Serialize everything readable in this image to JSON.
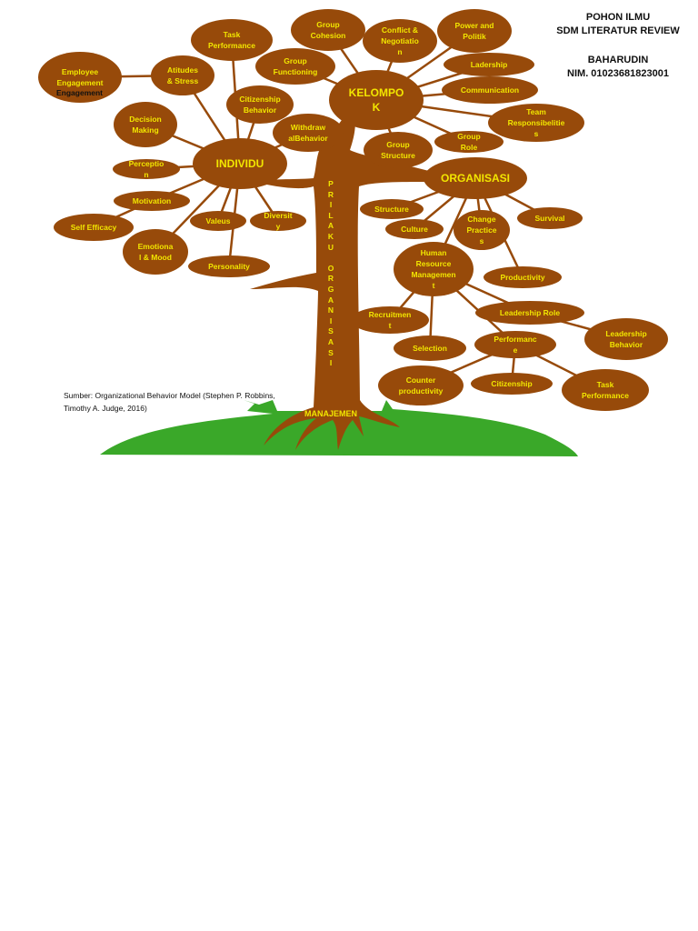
{
  "header": {
    "title_line1": "POHON ILMU",
    "title_line2": "SDM LITERATUR REVIEW",
    "author": "BAHARUDIN",
    "nim": "NIM. 01023681823001"
  },
  "trunk": {
    "vertical_label": "P\nR\nI\nL\nA\nK\nU\n\nO\nR\nG\nA\nN\nI\nS\nA\nS\nI",
    "root_label": "MANAJEMEN"
  },
  "source": {
    "line1": "Sumber: Organizational Behavior Model (Stephen P. Robbins,",
    "line2": "Timothy A. Judge, 2016)"
  },
  "overflow_text": "Engagement",
  "nodes": {
    "employee_engagement": "Employee\nEngagement",
    "atitudes_stress": "Atitudes\n& Stress",
    "task_performance_ind": "Task\nPerformance",
    "group_cohesion": "Group\nCohesion",
    "conflict_negotiation": "Conflict &\nNegotiatio\nn",
    "power_politik": "Power and\nPolitik",
    "group_functioning": "Group\nFunctioning",
    "ladership": "Ladership",
    "kelompok": "KELOMPO\nK",
    "communication": "Communication",
    "citizenship_behavior": "Citizenship\nBehavior",
    "withdrawal_behavior": "Withdraw\nalBehavior",
    "team_responsibilities": "Team\nResponsibelitie\ns",
    "decision_making": "Decision\nMaking",
    "group_structure": "Group\nStructure",
    "group_role": "Group\nRole",
    "individu": "INDIVIDU",
    "organisasi": "ORGANISASI",
    "perception": "Perceptio\nn",
    "motivation": "Motivation",
    "self_efficacy": "Self Efficacy",
    "valeus": "Valeus",
    "diversity": "Diversit\ny",
    "emotional_mood": "Emotiona\nl & Mood",
    "personality": "Personality",
    "structure": "Structure",
    "culture": "Culture",
    "change_practices": "Change\nPractice\ns",
    "survival": "Survival",
    "hrm": "Human\nResource\nManagemen\nt",
    "productivity": "Productivity",
    "recruitment": "Recruitmen\nt",
    "leadership_role": "Leadership Role",
    "leadership_behavior": "Leadership\nBehavior",
    "selection": "Selection",
    "performance": "Performanc\ne",
    "counter_productivity": "Counter\nproductivity",
    "citizenship": "Citizenship",
    "task_performance_org": "Task\nPerformance"
  },
  "colors": {
    "node": "#974a0a",
    "label": "#f2e600",
    "grass": "#3aa829",
    "trunk": "#974a0a"
  }
}
